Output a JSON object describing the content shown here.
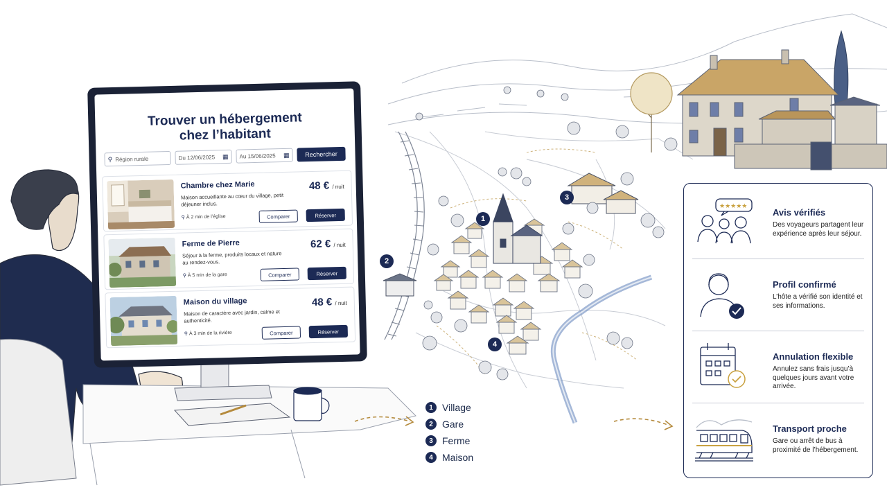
{
  "app": {
    "title_line1": "Trouver un hébergement",
    "title_line2": "chez l’habitant",
    "search": {
      "region": "Région rurale",
      "date_from": "Du 12/06/2025",
      "date_to": "Au 15/06/2025",
      "button": "Rechercher"
    },
    "listings": [
      {
        "name": "Chambre chez Marie",
        "desc": "Maison accueillante au cœur du village, petit déjeuner inclus.",
        "distance": "À 2 min de l’église",
        "price": "48 €",
        "unit": "/ nuit",
        "compare": "Comparer",
        "book": "Réserver"
      },
      {
        "name": "Ferme de Pierre",
        "desc": "Séjour à la ferme, produits locaux et nature au rendez-vous.",
        "distance": "À 5 min de la gare",
        "price": "62 €",
        "unit": "/ nuit",
        "compare": "Comparer",
        "book": "Réserver"
      },
      {
        "name": "Maison du village",
        "desc": "Maison de caractère avec jardin, calme et authenticité.",
        "distance": "À 3 min de la rivière",
        "price": "48 €",
        "unit": "/ nuit",
        "compare": "Comparer",
        "book": "Réserver"
      }
    ]
  },
  "map_markers": [
    "1",
    "2",
    "3",
    "4"
  ],
  "legend": [
    {
      "num": "1",
      "label": "Village"
    },
    {
      "num": "2",
      "label": "Gare"
    },
    {
      "num": "3",
      "label": "Ferme"
    },
    {
      "num": "4",
      "label": "Maison"
    }
  ],
  "features": [
    {
      "title": "Avis vérifiés",
      "desc": "Des voyageurs partagent leur expérience après leur séjour.",
      "icon": "reviews-icon"
    },
    {
      "title": "Profil confirmé",
      "desc": "L’hôte a vérifié son identité et ses informations.",
      "icon": "verified-profile-icon"
    },
    {
      "title": "Annulation flexible",
      "desc": "Annulez sans frais jusqu’à quelques jours avant votre arrivée.",
      "icon": "calendar-icon"
    },
    {
      "title": "Transport proche",
      "desc": "Gare ou arrêt de bus à proximité de l’hébergement.",
      "icon": "train-icon"
    }
  ],
  "colors": {
    "navy": "#1c2a55",
    "sketch": "#9aa3b3",
    "accent_gold": "#b48a3c",
    "river": "#5b7db8"
  }
}
